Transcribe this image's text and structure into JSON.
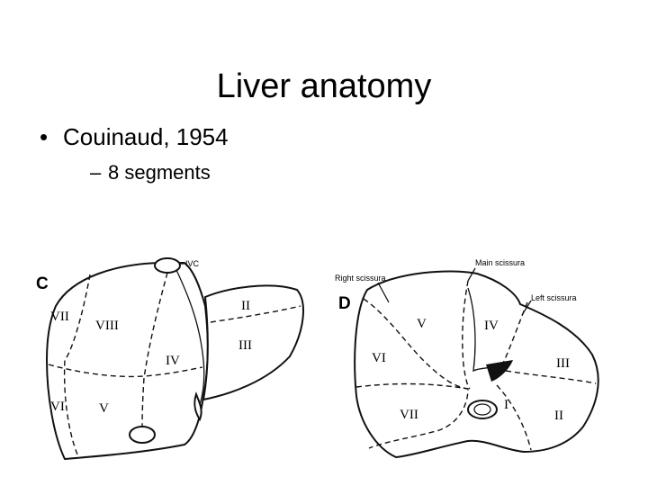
{
  "slide": {
    "title": "Liver anatomy",
    "bullet_marker": "•",
    "bullet_text": "Couinaud, 1954",
    "sub_marker": "–",
    "sub_text": "8 segments"
  },
  "figure_c": {
    "panel_letter": "C",
    "vessel_label": "IVC",
    "segments": [
      "VII",
      "VIII",
      "II",
      "III",
      "IV",
      "VI",
      "V"
    ]
  },
  "figure_d": {
    "panel_letter": "D",
    "labels": {
      "right_scissura": "Right scissura",
      "main_scissura": "Main scissura",
      "left_scissura": "Left scissura"
    },
    "segments": [
      "V",
      "IV",
      "VI",
      "III",
      "VII",
      "I",
      "II"
    ]
  }
}
